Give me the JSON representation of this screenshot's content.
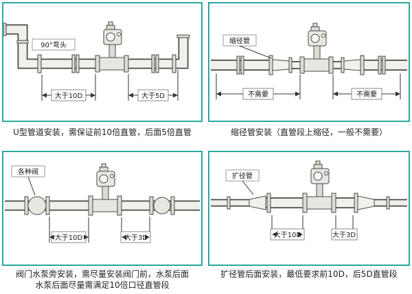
{
  "theme": {
    "panel_border": "#29a79f",
    "caption_color": "#1f1f1f",
    "line_color": "#4a4a46",
    "pipe_fill": "#f0f0ec"
  },
  "panels": {
    "u_type": {
      "elbow_label": "90°弯头",
      "dim_left": "大于10D",
      "dim_right": "大于5D",
      "caption": "U型管道安装，需保证前10倍直管，后面5倍直管"
    },
    "reducer": {
      "part_label": "缩径管",
      "dim_left": "不需要",
      "dim_right": "不需要",
      "caption": "缩径管安装（直管段上缩径，一般不需要）"
    },
    "valve": {
      "part_label": "各种阀",
      "dim_left": "大于10D",
      "dim_right": "大于3D",
      "caption_line1": "阀门水泵旁安装，需尽量安装阀门前，水泵后面",
      "caption_line2": "水泵后面尽量需满足10倍口径直管段"
    },
    "expander": {
      "part_label": "扩径管",
      "dim_left": "大于10D",
      "dim_right": "大于3D",
      "caption": "扩径管后面安装，最低要求前10D，后5D直管段"
    }
  }
}
